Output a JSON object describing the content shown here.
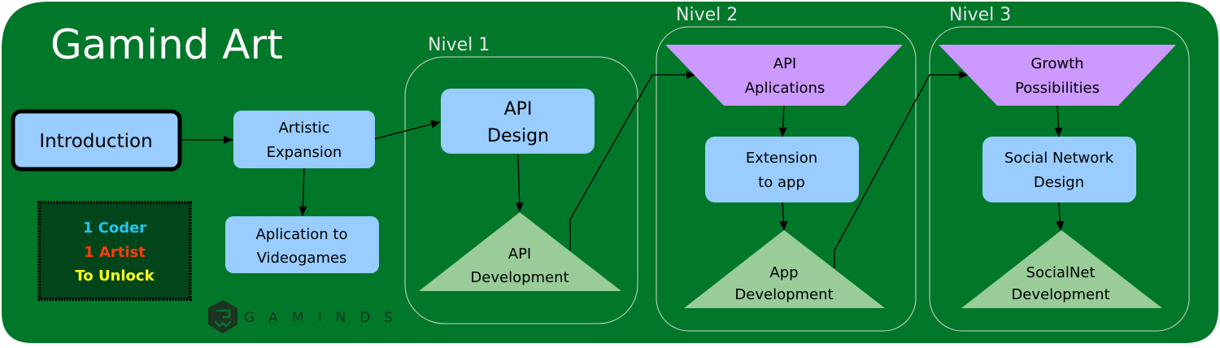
{
  "title": "Gamind Art",
  "colors": {
    "background": "#017729",
    "process_node": "#99ccff",
    "milestone_node": "#99cc99",
    "entry_node": "#cc99ff",
    "group_border": "#d0d8d0",
    "legend_bg": "#00461a",
    "coder": "#22c4f0",
    "artist": "#ff3a10",
    "unlock": "#ffff1a"
  },
  "groups": {
    "nivel1": {
      "label": "Nivel 1"
    },
    "nivel2": {
      "label": "Nivel 2"
    },
    "nivel3": {
      "label": "Nivel 3"
    }
  },
  "nodes": {
    "introduction": {
      "lines": [
        "Introduction"
      ],
      "shape": "rounded-rect-bold"
    },
    "artistic_expansion": {
      "lines": [
        "Artistic",
        "Expansion"
      ],
      "shape": "rounded-rect"
    },
    "aplication_videogames": {
      "lines": [
        "Aplication to",
        "Videogames"
      ],
      "shape": "rounded-rect"
    },
    "api_design": {
      "lines": [
        "API",
        "Design"
      ],
      "shape": "rounded-rect"
    },
    "api_development": {
      "lines": [
        "API",
        "Development"
      ],
      "shape": "triangle"
    },
    "api_aplications": {
      "lines": [
        "API",
        "Aplications"
      ],
      "shape": "inverted-trapezoid"
    },
    "extension_app": {
      "lines": [
        "Extension",
        "to app"
      ],
      "shape": "rounded-rect"
    },
    "app_development": {
      "lines": [
        "App",
        "Development"
      ],
      "shape": "triangle"
    },
    "growth_possibilities": {
      "lines": [
        "Growth",
        "Possibilities"
      ],
      "shape": "inverted-trapezoid"
    },
    "social_network_design": {
      "lines": [
        "Social Network",
        "Design"
      ],
      "shape": "rounded-rect"
    },
    "socialnet_development": {
      "lines": [
        "SocialNet",
        "Development"
      ],
      "shape": "triangle"
    }
  },
  "edges": [
    {
      "from": "introduction",
      "to": "artistic_expansion"
    },
    {
      "from": "artistic_expansion",
      "to": "api_design"
    },
    {
      "from": "artistic_expansion",
      "to": "aplication_videogames"
    },
    {
      "from": "api_design",
      "to": "api_development"
    },
    {
      "from": "api_development",
      "to": "api_aplications"
    },
    {
      "from": "api_aplications",
      "to": "extension_app"
    },
    {
      "from": "extension_app",
      "to": "app_development"
    },
    {
      "from": "app_development",
      "to": "growth_possibilities"
    },
    {
      "from": "growth_possibilities",
      "to": "social_network_design"
    },
    {
      "from": "social_network_design",
      "to": "socialnet_development"
    }
  ],
  "legend": {
    "line1": "1 Coder",
    "line2": "1 Artist",
    "line3": "To Unlock"
  },
  "logo": {
    "text": "GAMINDS",
    "icon": "gaminds-hexagon-logo-icon"
  }
}
